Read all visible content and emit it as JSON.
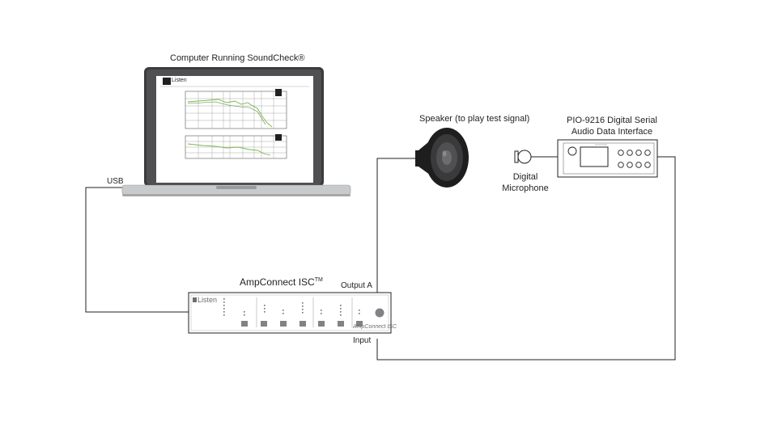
{
  "computer": {
    "label": "Computer Running SoundCheck®",
    "screen_logo": "Listen"
  },
  "usb_label": "USB",
  "speaker_label": "Speaker (to play test signal)",
  "pio": {
    "label_line1": "PIO-9216 Digital Serial",
    "label_line2": "Audio Data Interface"
  },
  "microphone": {
    "label_line1": "Digital",
    "label_line2": "Microphone"
  },
  "ampconnect": {
    "title": "AmpConnect ISC",
    "title_sup": "TM",
    "brand_logo": "Listen",
    "panel_text": "AmpConnect ISC",
    "output_label": "Output A",
    "input_label": "Input"
  },
  "colors": {
    "line": "#231f20",
    "device_fill": "#ffffff",
    "laptop_body": "#c9cacc",
    "screen_frame": "#3b3b3d",
    "speaker_dark": "#1e1e1e",
    "graph_green": "#7ab648"
  },
  "icons": {
    "computer": "laptop-icon",
    "speaker": "speaker-icon",
    "microphone": "microphone-icon",
    "interface": "audio-interface-icon",
    "analyzer": "ampconnect-device-icon"
  }
}
